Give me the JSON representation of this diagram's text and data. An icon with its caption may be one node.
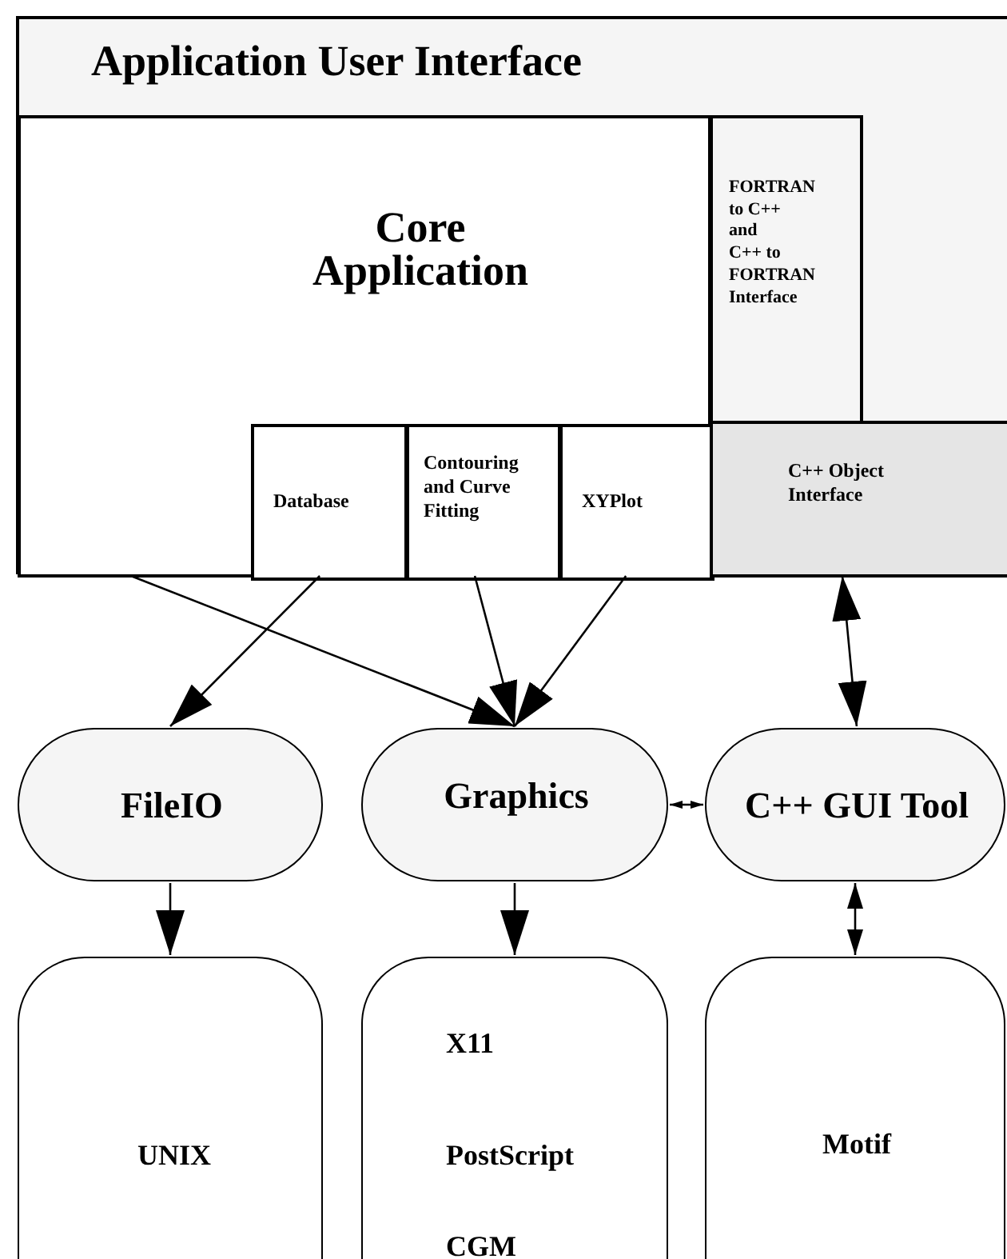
{
  "diagram": {
    "nodes": [
      {
        "text": [
          "Application User Interface"
        ]
      },
      {
        "text": [
          "Core Application"
        ],
        "in": 0
      },
      {
        "text": [
          "FORTRAN to C++",
          "and",
          "C++ to FORTRAN Interface"
        ],
        "in": 0
      },
      {
        "text": [
          "Database"
        ],
        "in": 1
      },
      {
        "text": [
          "Contouring and Curve Fitting"
        ],
        "in": 1
      },
      {
        "text": [
          "XYPlot"
        ],
        "in": 1
      },
      {
        "text": [
          "C++ Object Interface"
        ],
        "in": 0
      },
      {
        "text": [
          "FileIO"
        ]
      },
      {
        "text": [
          "Graphics"
        ]
      },
      {
        "text": [
          "C++ GUI Tool"
        ]
      },
      {
        "text": [
          "UNIX"
        ]
      },
      {
        "text": [
          "X11",
          "PostScript",
          "CGM"
        ]
      },
      {
        "text": [
          "Motif"
        ]
      }
    ],
    "edges": [
      {
        "from": 1,
        "to": 8,
        "arrow": "to"
      },
      {
        "from": 3,
        "to": 7,
        "arrow": "to"
      },
      {
        "from": 4,
        "to": 8,
        "arrow": "to"
      },
      {
        "from": 5,
        "to": 8,
        "arrow": "to"
      },
      {
        "from": 6,
        "to": 9,
        "arrow": "both"
      },
      {
        "from": 8,
        "to": 9,
        "arrow": "both"
      },
      {
        "from": 7,
        "to": 10,
        "arrow": "to"
      },
      {
        "from": 8,
        "to": 11,
        "arrow": "to"
      },
      {
        "from": 9,
        "to": 12,
        "arrow": "both"
      }
    ]
  }
}
